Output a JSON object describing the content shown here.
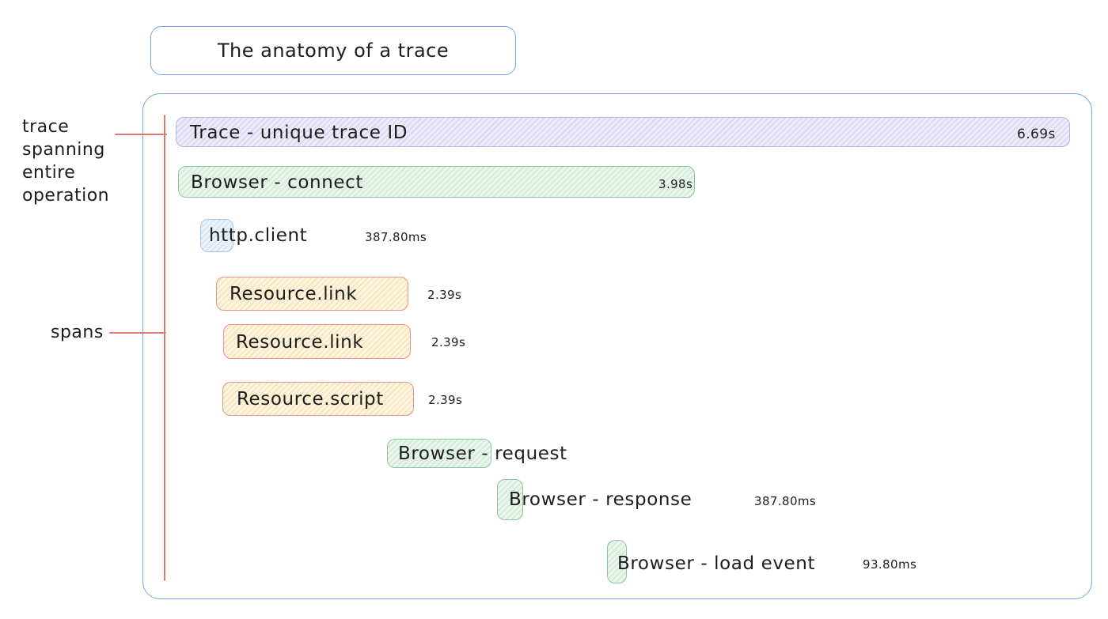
{
  "title": {
    "label": "The anatomy of a trace"
  },
  "annotations": {
    "trace": "trace\nspanning\nentire\noperation",
    "spans": "spans"
  },
  "colors": {
    "outline_blue": "#74a7dc",
    "lavender_fill": "#edeaf9",
    "lavender_border": "#a9bfe6",
    "green_fill": "#e9f5ec",
    "green_border": "#8cc89c",
    "blue_fill": "#ebf2fb",
    "blue_border": "#a6c6e8",
    "yellow_fill": "#fdf4dd",
    "yellow_red_border": "#e9958c",
    "annotation_red": "#da7a73",
    "text": "#1d1d1d"
  },
  "spans": [
    {
      "label": "Trace - unique trace ID",
      "duration": "6.69s"
    },
    {
      "label": "Browser - connect",
      "duration": "3.98s"
    },
    {
      "label": "http.client",
      "duration": "387.80ms"
    },
    {
      "label": "Resource.link",
      "duration": "2.39s"
    },
    {
      "label": "Resource.link",
      "duration": "2.39s"
    },
    {
      "label": "Resource.script",
      "duration": "2.39s"
    },
    {
      "label": "Browser - request",
      "duration": ""
    },
    {
      "label": "Browser - response",
      "duration": "387.80ms"
    },
    {
      "label": "Browser - load event",
      "duration": "93.80ms"
    }
  ]
}
